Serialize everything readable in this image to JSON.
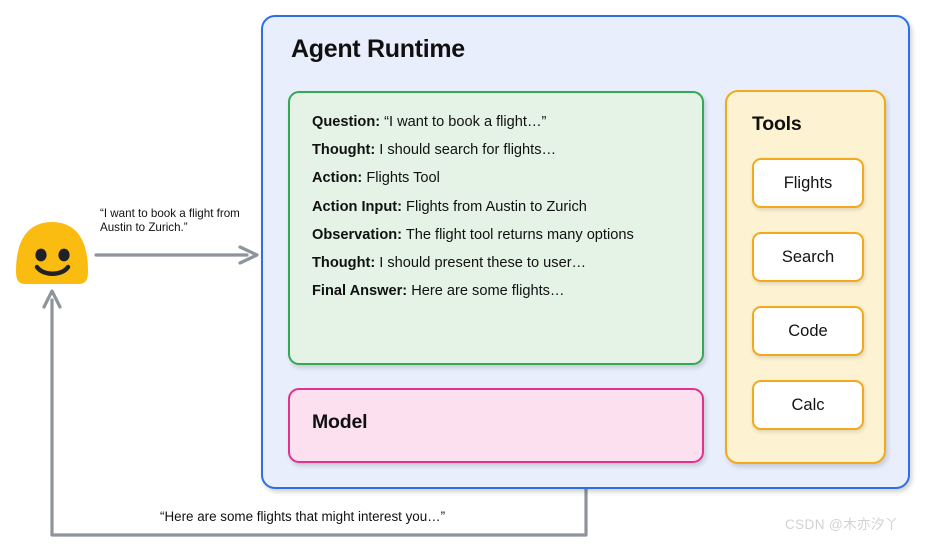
{
  "diagram": {
    "title": "Agent Runtime",
    "runtime": {
      "label": "Agent Runtime",
      "border_color": "#2f6fe4",
      "fill_color": "#e8eefc"
    },
    "trace": {
      "border_color": "#35a853",
      "fill_color": "#e4f3e6",
      "lines": [
        {
          "label": "Question:",
          "value": "“I want to book a flight…”"
        },
        {
          "label": "Thought:",
          "value": "I should search for flights…"
        },
        {
          "label": "Action:",
          "value": "Flights Tool"
        },
        {
          "label": "Action Input:",
          "value": "Flights from Austin to Zurich"
        },
        {
          "label": "Observation:",
          "value": "The flight tool returns many options"
        },
        {
          "label": "Thought:",
          "value": "I should present these to user…"
        },
        {
          "label": "Final Answer:",
          "value": "Here are some flights…"
        }
      ]
    },
    "model": {
      "label": "Model",
      "border_color": "#e0338c",
      "fill_color": "#fce0ef"
    },
    "tools": {
      "label": "Tools",
      "border_color": "#f3a91c",
      "fill_color": "#fdf3d2",
      "items": [
        {
          "label": "Flights"
        },
        {
          "label": "Search"
        },
        {
          "label": "Code"
        },
        {
          "label": "Calc"
        }
      ]
    },
    "user": {
      "avatar_color": "#fbbc12",
      "request_label": "“I want to book a flight from Austin to Zurich.”",
      "response_label": "“Here are some flights that might interest you…”"
    },
    "arrows": {
      "color": "#8e949c"
    },
    "watermark": "CSDN @木亦汐丫"
  }
}
